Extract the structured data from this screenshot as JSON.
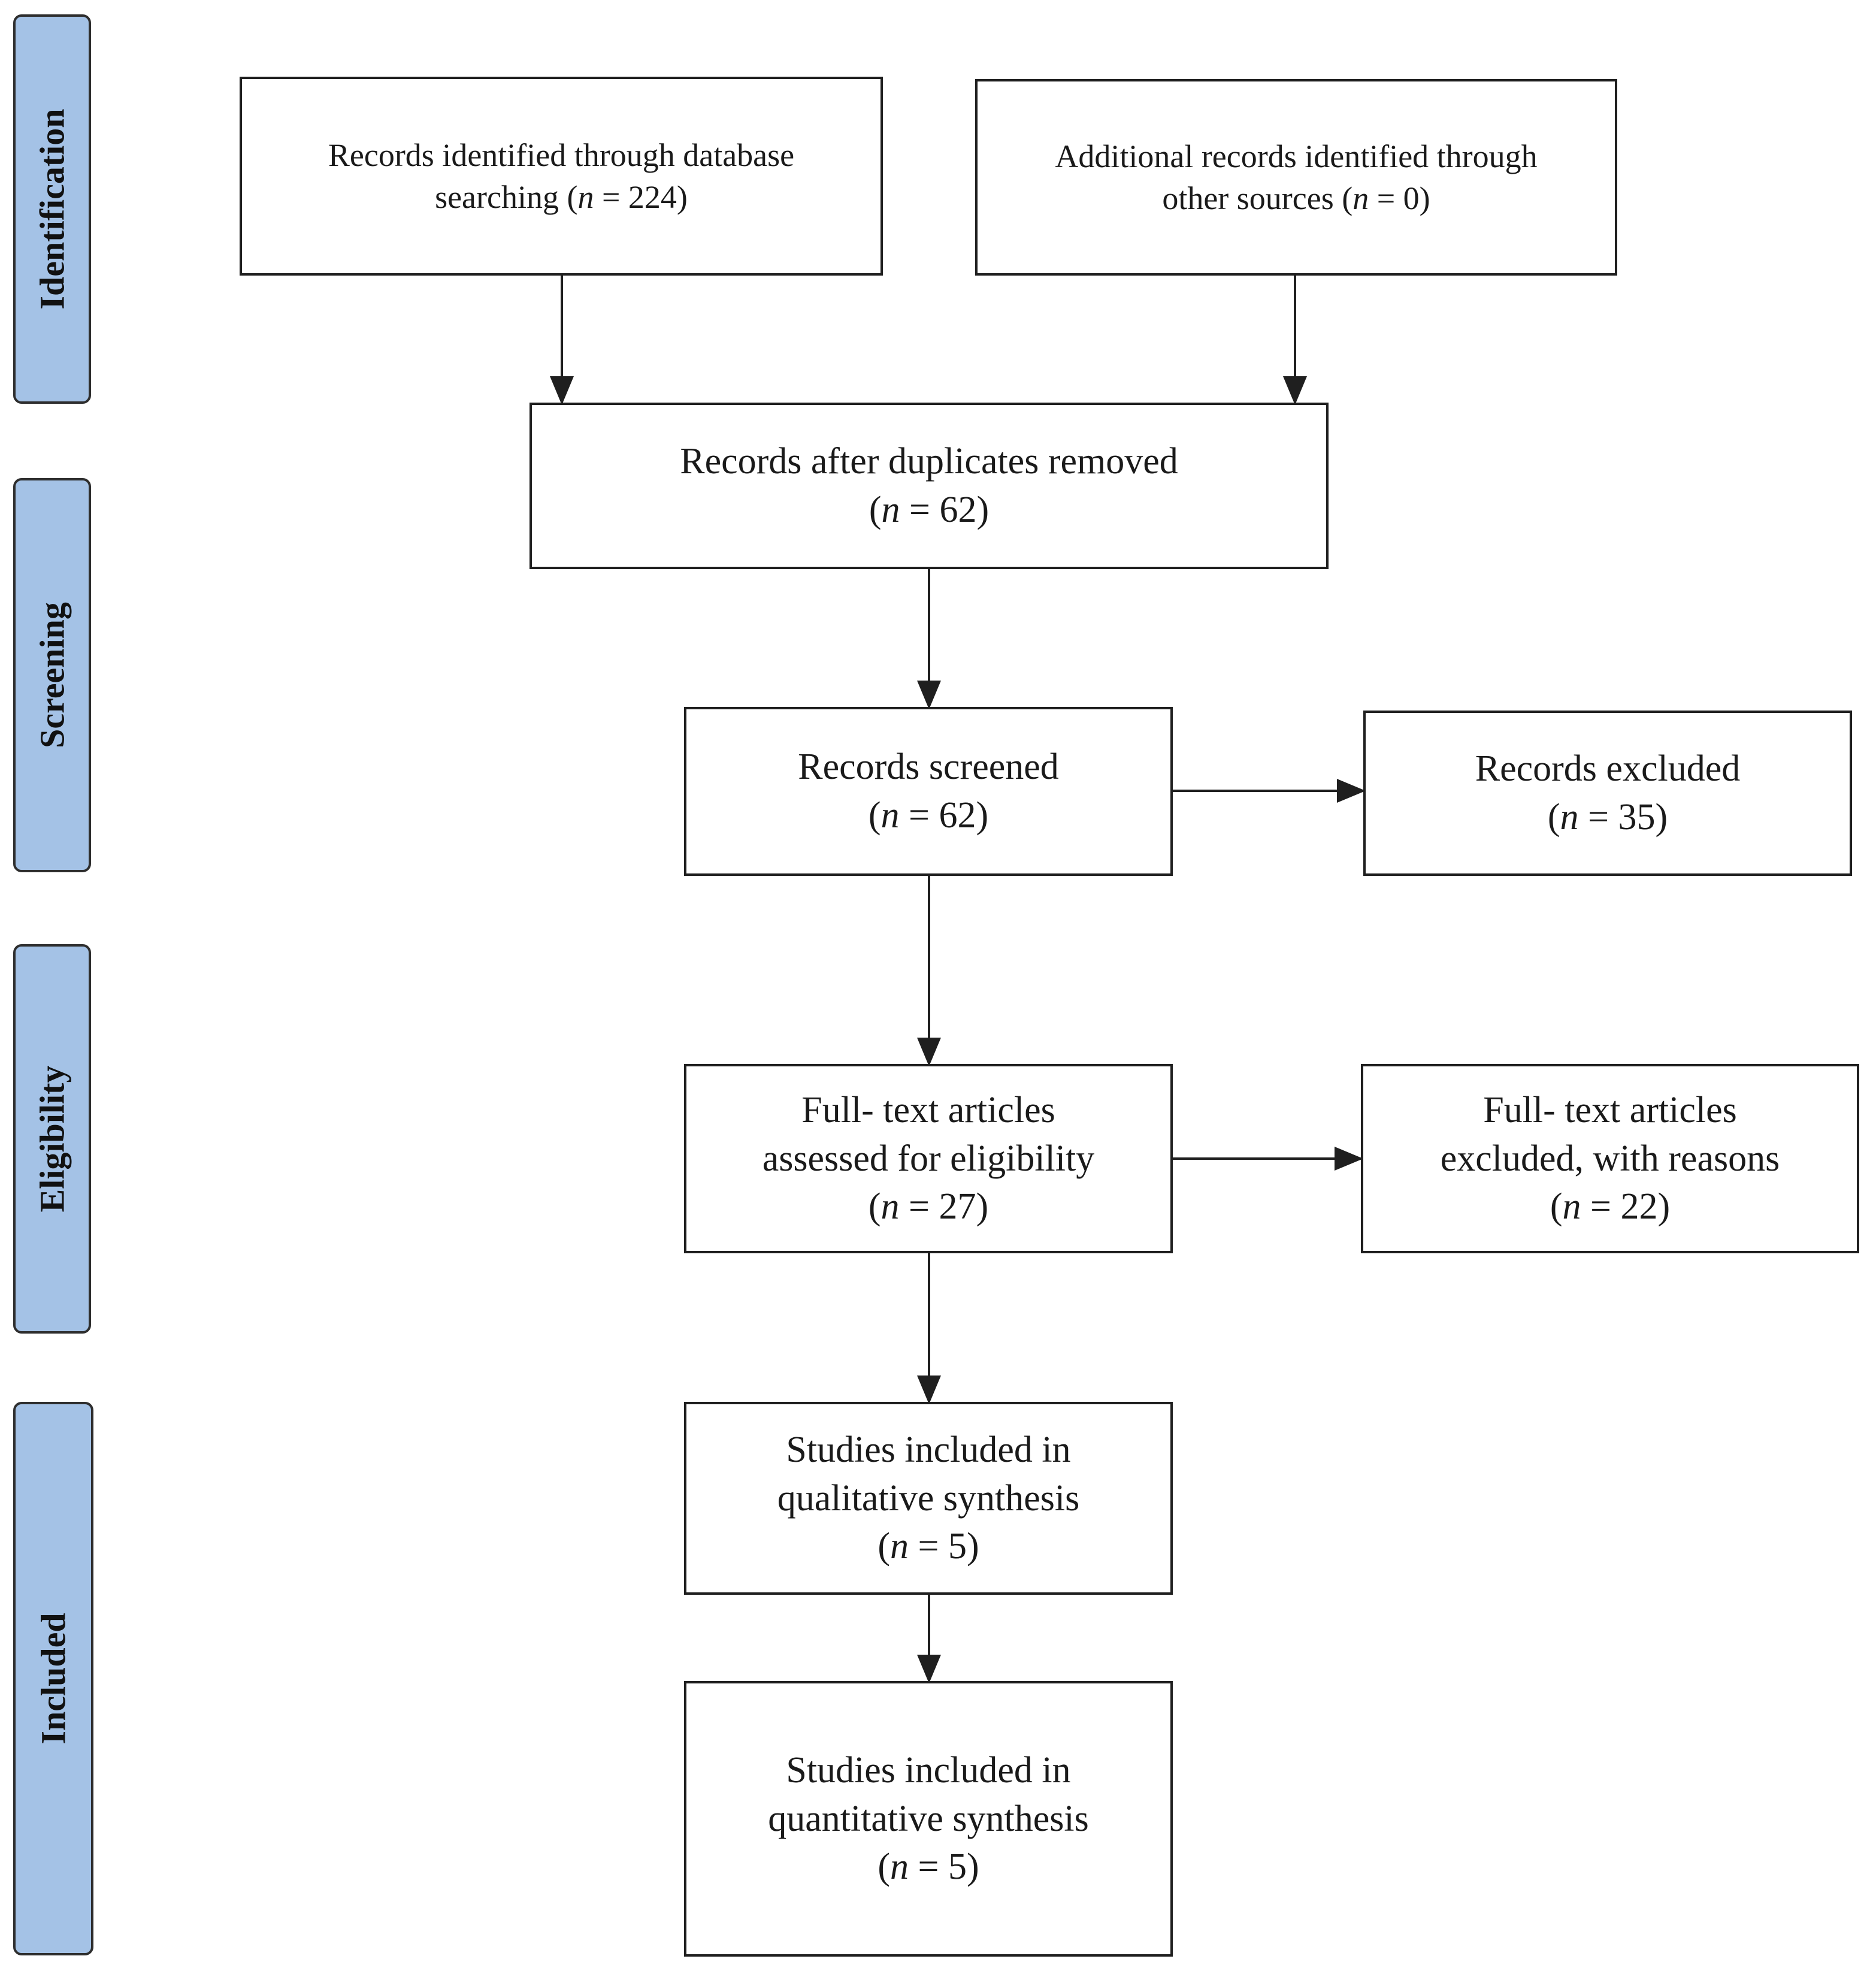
{
  "phases": {
    "identification": "Identification",
    "screening": "Screening",
    "eligibility": "Eligibility",
    "included": "Included"
  },
  "boxes": {
    "db_search": {
      "line1": "Records identified through database",
      "line2_prefix": "searching (",
      "n_symbol": "n",
      "count_text": " = 224)"
    },
    "other_sources": {
      "line1": "Additional records identified through",
      "line2_prefix": "other sources (",
      "n_symbol": "n",
      "count_text": " = 0)"
    },
    "after_duplicates": {
      "line1": "Records after duplicates removed",
      "count_prefix": "(",
      "n_symbol": "n",
      "count_text": " = 62)"
    },
    "screened": {
      "line1": "Records screened",
      "count_prefix": "(",
      "n_symbol": "n",
      "count_text": " = 62)"
    },
    "excluded": {
      "line1": "Records excluded",
      "count_prefix": "(",
      "n_symbol": "n",
      "count_text": " = 35)"
    },
    "fulltext_assessed": {
      "line1": "Full- text articles",
      "line2": "assessed for eligibility",
      "count_prefix": "(",
      "n_symbol": "n",
      "count_text": " = 27)"
    },
    "fulltext_excluded": {
      "line1": "Full- text articles",
      "line2": "excluded, with reasons",
      "count_prefix": "(",
      "n_symbol": "n",
      "count_text": " = 22)"
    },
    "qualitative": {
      "line1": "Studies included in",
      "line2": "qualitative synthesis",
      "count_prefix": "(",
      "n_symbol": "n",
      "count_text": " = 5)"
    },
    "quantitative": {
      "line1": "Studies included in",
      "line2": "quantitative synthesis",
      "count_prefix": "(",
      "n_symbol": "n",
      "count_text": " = 5)"
    }
  },
  "colors": {
    "phase_fill": "#a4c2e6",
    "stroke": "#1f1f1f"
  }
}
